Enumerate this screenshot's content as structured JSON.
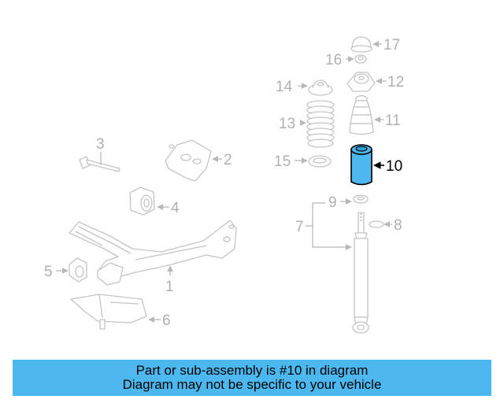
{
  "diagram": {
    "highlight_color": "#4db8f0",
    "highlighted_part": "10",
    "callouts": {
      "c1": "1",
      "c2": "2",
      "c3": "3",
      "c4": "4",
      "c5": "5",
      "c6": "6",
      "c7": "7",
      "c8": "8",
      "c9": "9",
      "c10": "10",
      "c11": "11",
      "c12": "12",
      "c13": "13",
      "c14": "14",
      "c15": "15",
      "c16": "16",
      "c17": "17"
    }
  },
  "banner": {
    "line1": "Part or sub-assembly is #10 in diagram",
    "line2": "Diagram may not be specific to your vehicle",
    "background": "#4db8f0"
  }
}
